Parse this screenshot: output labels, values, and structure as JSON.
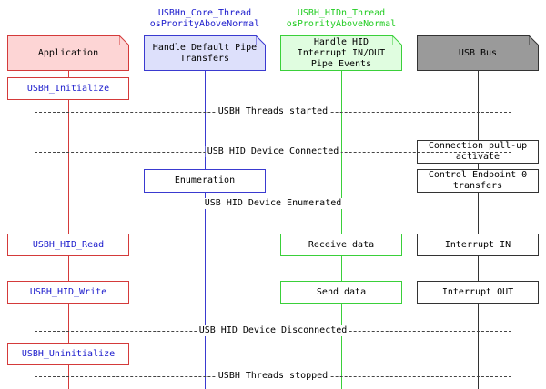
{
  "threads": {
    "core": {
      "line1": "USBHn_Core_Thread",
      "line2": "osProrityAboveNormal",
      "color": "#1a1acc"
    },
    "hid": {
      "line1": "USBH_HIDn_Thread",
      "line2": "osProrityAboveNormal",
      "color": "#22cc22"
    }
  },
  "participants": {
    "application": {
      "label": "Application",
      "fill": "#fdd5d5",
      "border": "#d43a3a"
    },
    "core": {
      "line1": "Handle Default Pipe",
      "line2": "Transfers",
      "fill": "#dde0fb",
      "border": "#3a3ad0"
    },
    "hid": {
      "line1": "Handle HID",
      "line2": "Interrupt IN/OUT",
      "line3": "Pipe Events",
      "fill": "#e0fde0",
      "border": "#3ad03a"
    },
    "bus": {
      "label": "USB Bus",
      "fill": "#9a9a9a",
      "border": "#333333"
    }
  },
  "dividers": {
    "threads_started": "USBH Threads started",
    "connected": "USB HID Device Connected",
    "enumerated": "USB HID Device Enumerated",
    "disconnected": "USB HID Device Disconnected",
    "threads_stopped": "USBH Threads stopped"
  },
  "boxes": {
    "usbh_initialize": "USBH_Initialize",
    "connection_line1": "Connection pull-up",
    "connection_line2": "activate",
    "enumeration": "Enumeration",
    "control_line1": "Control Endpoint 0",
    "control_line2": "transfers",
    "hid_read": "USBH_HID_Read",
    "receive_data": "Receive data",
    "interrupt_in": "Interrupt IN",
    "hid_write": "USBH_HID_Write",
    "send_data": "Send data",
    "interrupt_out": "Interrupt OUT",
    "usbh_uninitialize": "USBH_Uninitialize"
  }
}
